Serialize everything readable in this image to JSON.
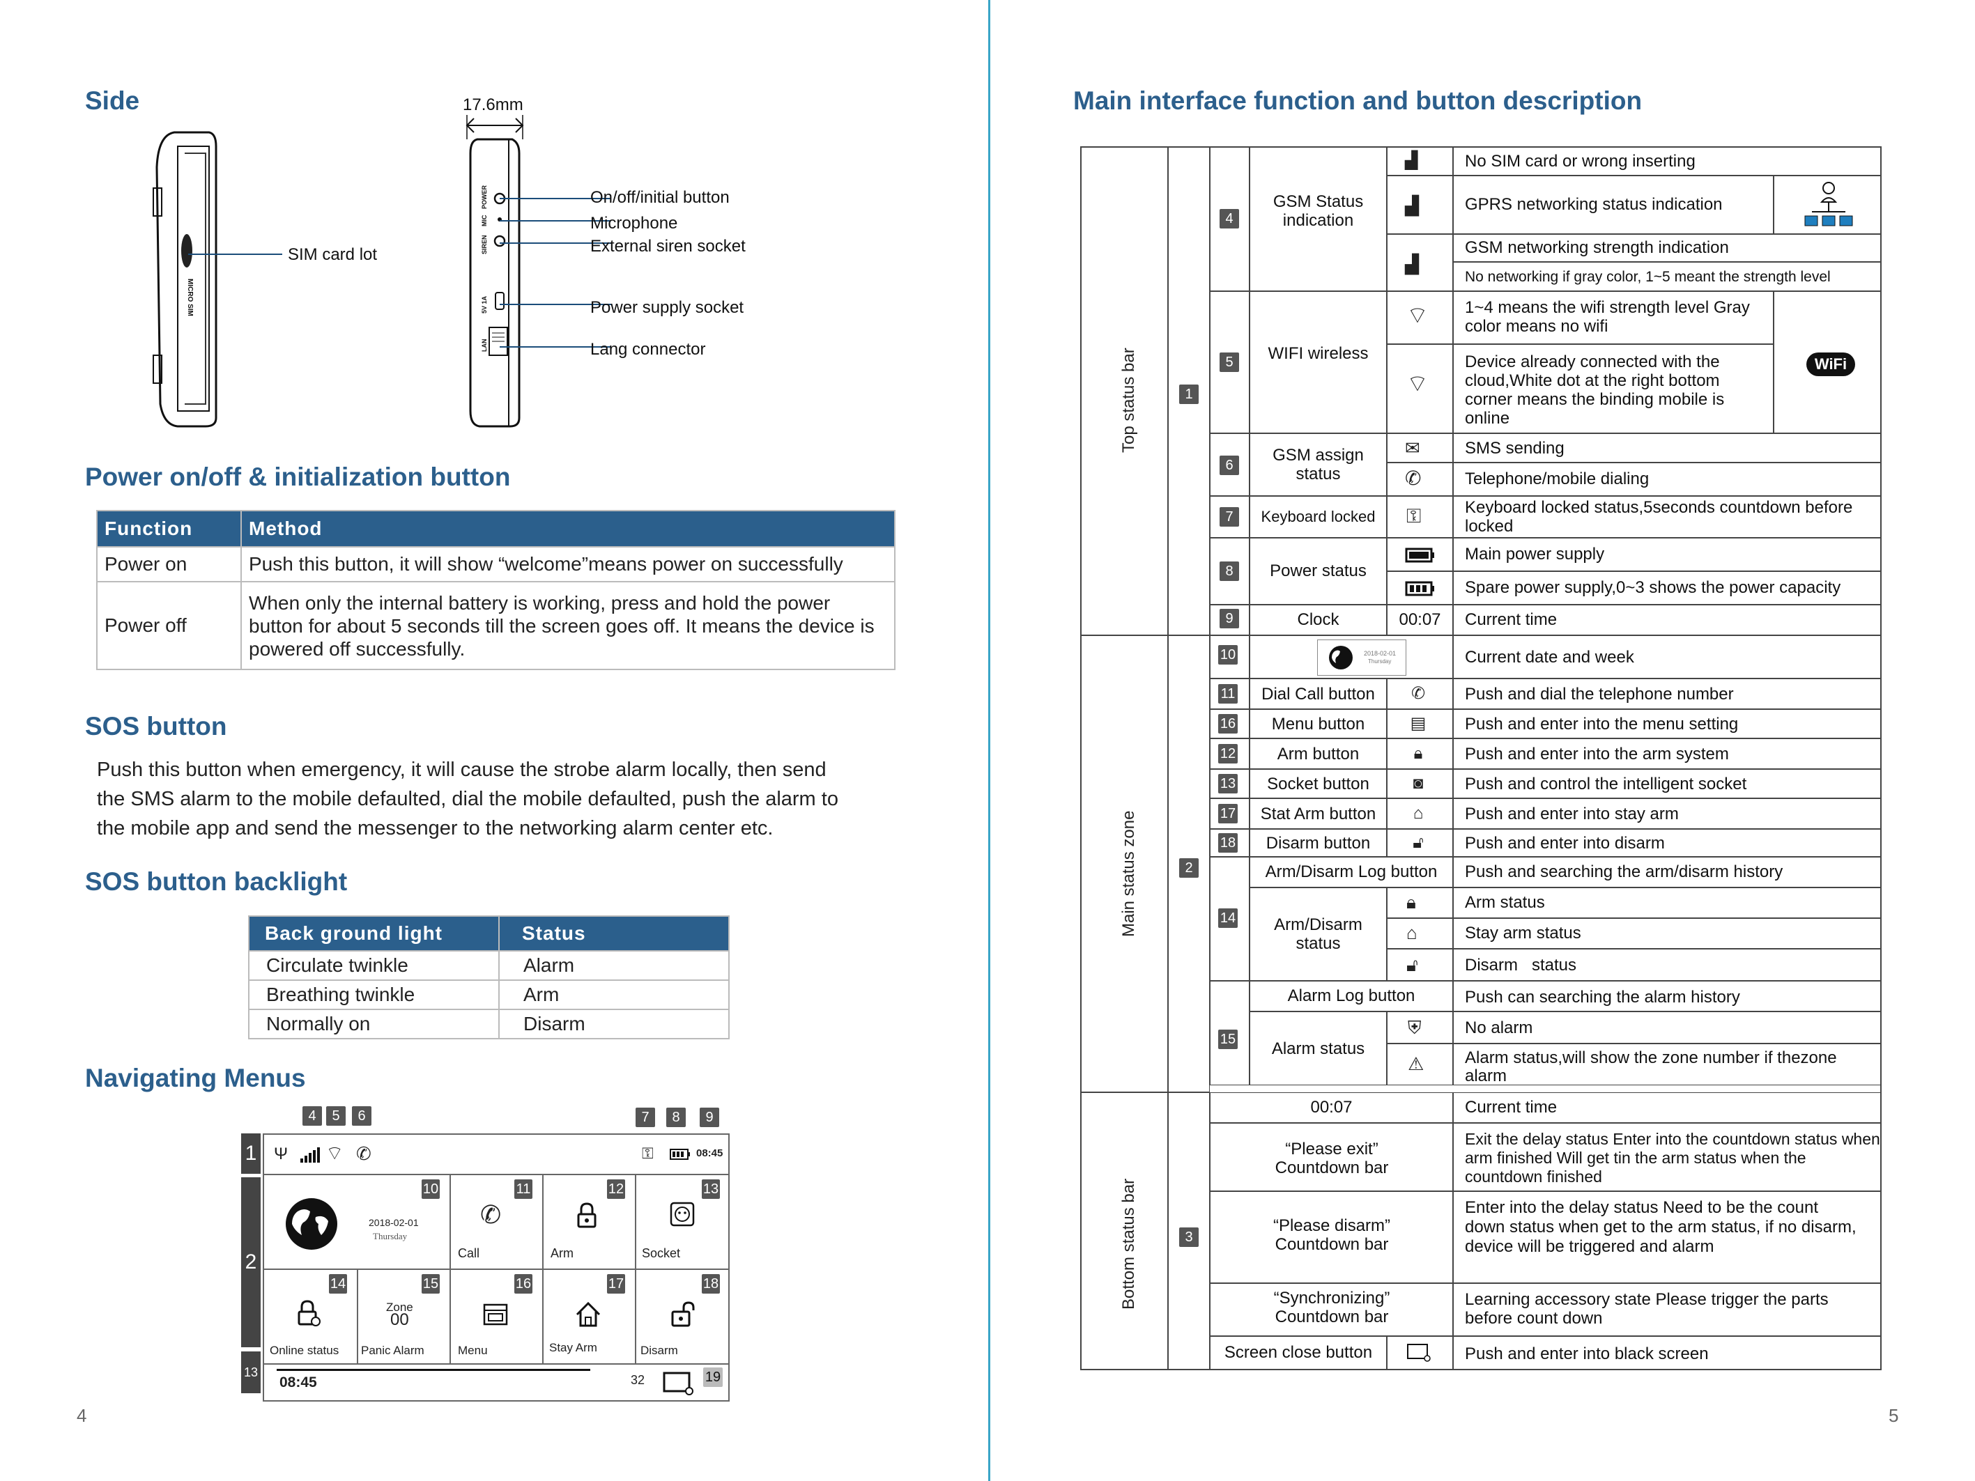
{
  "left": {
    "side_title": "Side",
    "dimension": "17.6mm",
    "sim_label": "SIM card lot",
    "device_side_labels": [
      "On/off/initial button",
      "Microphone",
      "External siren socket",
      "Power supply socket",
      "Lang connector"
    ],
    "device_texts": [
      "MICRO SIM",
      "POWER",
      "MIC",
      "SIREN",
      "5V 1A",
      "LAN"
    ],
    "power_title": "Power on/off & initialization button",
    "power_table": {
      "headers": [
        "Function",
        "Method"
      ],
      "rows": [
        [
          "Power on",
          "Push this button, it will show “welcome”means power on successfully"
        ],
        [
          "Power off",
          "When only the internal battery is working, press and hold the power button for about 5 seconds till the screen goes off. It means the device is powered off successfully."
        ]
      ]
    },
    "sos_title": "SOS button",
    "sos_text_lines": [
      "Push this button when emergency,  it will cause the strobe alarm locally, then send",
      "the SMS alarm to the mobile defaulted, dial the mobile defaulted, push the alarm to",
      "the mobile app and send the messenger to the networking alarm center etc."
    ],
    "backlight_title": "SOS button backlight",
    "backlight_table": {
      "headers": [
        "Back ground light",
        "Status"
      ],
      "rows": [
        [
          "Circulate twinkle",
          "Alarm"
        ],
        [
          "Breathing twinkle",
          "Arm"
        ],
        [
          "Normally on",
          "Disarm"
        ]
      ]
    },
    "nav_title": "Navigating Menus",
    "nav": {
      "top_nums": [
        "4",
        "5",
        "6",
        "7",
        "8",
        "9"
      ],
      "side_nums": [
        "1",
        "2",
        "13"
      ],
      "time": "08:45",
      "date": "2018-02-01",
      "weekday": "Thursday",
      "tiles": [
        {
          "num": "10",
          "label": ""
        },
        {
          "num": "11",
          "label": "Call"
        },
        {
          "num": "12",
          "label": "Arm"
        },
        {
          "num": "13",
          "label": "Socket"
        },
        {
          "num": "14",
          "label": "Online status"
        },
        {
          "num": "15",
          "label": "Panic Alarm"
        },
        {
          "num": "16",
          "label": "Menu"
        },
        {
          "num": "17",
          "label": "Stay Arm"
        },
        {
          "num": "18",
          "label": "Disarm"
        }
      ],
      "zone_label": "Zone",
      "zone_value": "00",
      "bottom_time": "08:45",
      "countdown": "32",
      "screen_num": "19"
    },
    "page_number": "4"
  },
  "right": {
    "title": "Main interface function and button description",
    "sections": [
      "Top status bar",
      "Main status zone",
      "Bottom status bar"
    ],
    "section_nums": [
      "1",
      "2",
      "3"
    ],
    "rows": {
      "gsm_num": "4",
      "gsm_label": "GSM Status indication",
      "gsm_descs": [
        "No SIM card or wrong inserting",
        "GPRS networking status indication",
        "GSM networking strength indication",
        "No networking if  gray color, 1~5 meant the strength level"
      ],
      "wifi_num": "5",
      "wifi_label": "WIFI wireless",
      "wifi_descs": [
        "1~4 means the wifi strength level Gray color means no wifi",
        "Device already connected with the cloud,White dot at the right bottom corner means the binding mobile is online"
      ],
      "wifi_logo": "WiFi",
      "assign_num": "6",
      "assign_label": "GSM assign status",
      "assign_descs": [
        "SMS sending",
        "Telephone/mobile dialing"
      ],
      "kb_num": "7",
      "kb_label": "Keyboard locked",
      "kb_desc": "Keyboard locked status,5seconds countdown before locked",
      "power_num": "8",
      "power_label": "Power status",
      "power_descs": [
        "Main power supply",
        "Spare power supply,0~3 shows the power capacity"
      ],
      "clock_num": "9",
      "clock_label": "Clock",
      "clock_value": "00:07",
      "clock_desc": "Current time",
      "date_num": "10",
      "date_desc": "Current date and week",
      "main_rows": [
        {
          "num": "11",
          "label": "Dial Call button",
          "desc": "Push and dial the telephone number"
        },
        {
          "num": "16",
          "label": "Menu button",
          "desc": "Push and enter into the menu setting"
        },
        {
          "num": "12",
          "label": "Arm button",
          "desc": "Push and enter into the arm system"
        },
        {
          "num": "13",
          "label": "Socket button",
          "desc": "Push and control the intelligent socket"
        },
        {
          "num": "17",
          "label": "Stat Arm button",
          "desc": "Push and enter into stay arm"
        },
        {
          "num": "18",
          "label": "Disarm button",
          "desc": "Push and enter into disarm"
        }
      ],
      "log_num": "14",
      "log_label": "Arm/Disarm Log button",
      "log_desc": "Push and searching the arm/disarm history",
      "ad_label": "Arm/Disarm status",
      "ad_descs": [
        "Arm status",
        "Stay arm status",
        "Disarm   status"
      ],
      "alarm_num": "15",
      "alarm_log_label": "Alarm Log button",
      "alarm_log_desc": "Push can searching the alarm history",
      "alarm_label": "Alarm status",
      "alarm_descs": [
        "No alarm",
        "Alarm status,will show the zone number if thezone alarm"
      ],
      "bottom_time": "00:07",
      "bottom_time_desc": "Current time",
      "exit_label": "“Please exit” Countdown bar",
      "exit_desc": "Exit the delay status Enter into the countdown status when arm finished Will get tin the arm status when the countdown finished",
      "disarm_label": "“Please disarm” Countdown bar",
      "disarm_desc": "Enter into the delay status Need to be the count down status when get to the arm status, if no disarm, device will be triggered and alarm",
      "sync_label": "“Synchronizing” Countdown bar",
      "sync_desc": "Learning accessory state Please trigger the parts before count down",
      "close_label": "Screen close button",
      "close_desc": "Push and enter into black screen"
    },
    "page_number": "5"
  }
}
